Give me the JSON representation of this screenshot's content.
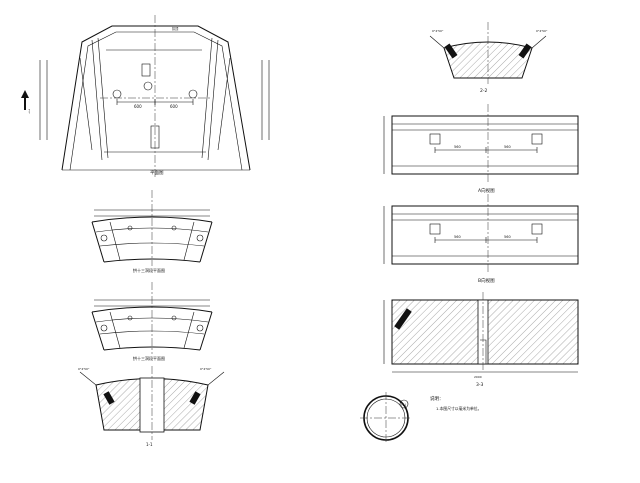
{
  "plan": {
    "title": "平面图",
    "dim_left": "600",
    "dim_right": "600",
    "direction": "→→",
    "note_top": "拱顶",
    "note_2": "",
    "note_mid": "",
    "note_mid2": "",
    "note_low": ""
  },
  "section1": {
    "title": "拱十三洞段平面图",
    "spec_a": "",
    "spec_b": "",
    "spec_c": "",
    "side_left": "",
    "side_right": ""
  },
  "section2": {
    "title": "拱十三洞段平面图",
    "spec_a": "",
    "spec_b": "",
    "spec_c": "",
    "side_left": "",
    "side_right": ""
  },
  "cross1": {
    "title": "1-1",
    "angle_left": "0°4'50\"",
    "angle_right": "0°4'50\"",
    "dim_left": "",
    "dim_right": ""
  },
  "sec22": {
    "title": "2-2",
    "angle_left": "0°4'50\"",
    "angle_right": "0°4'50\""
  },
  "elevA": {
    "title": "A向视图",
    "dim_left": "560",
    "dim_right": "560"
  },
  "elevB": {
    "title": "B向视图",
    "dim_left": "560",
    "dim_right": "560"
  },
  "sec33": {
    "title": "3-3",
    "note_top": "",
    "note_bottom": "",
    "dim_right": "",
    "dim_total": "2000"
  },
  "ring": {
    "label": "(1)"
  },
  "notes": {
    "title": "说明：",
    "items": [
      "1.本图尺寸以毫米为单位。",
      "",
      "",
      "",
      ""
    ]
  }
}
